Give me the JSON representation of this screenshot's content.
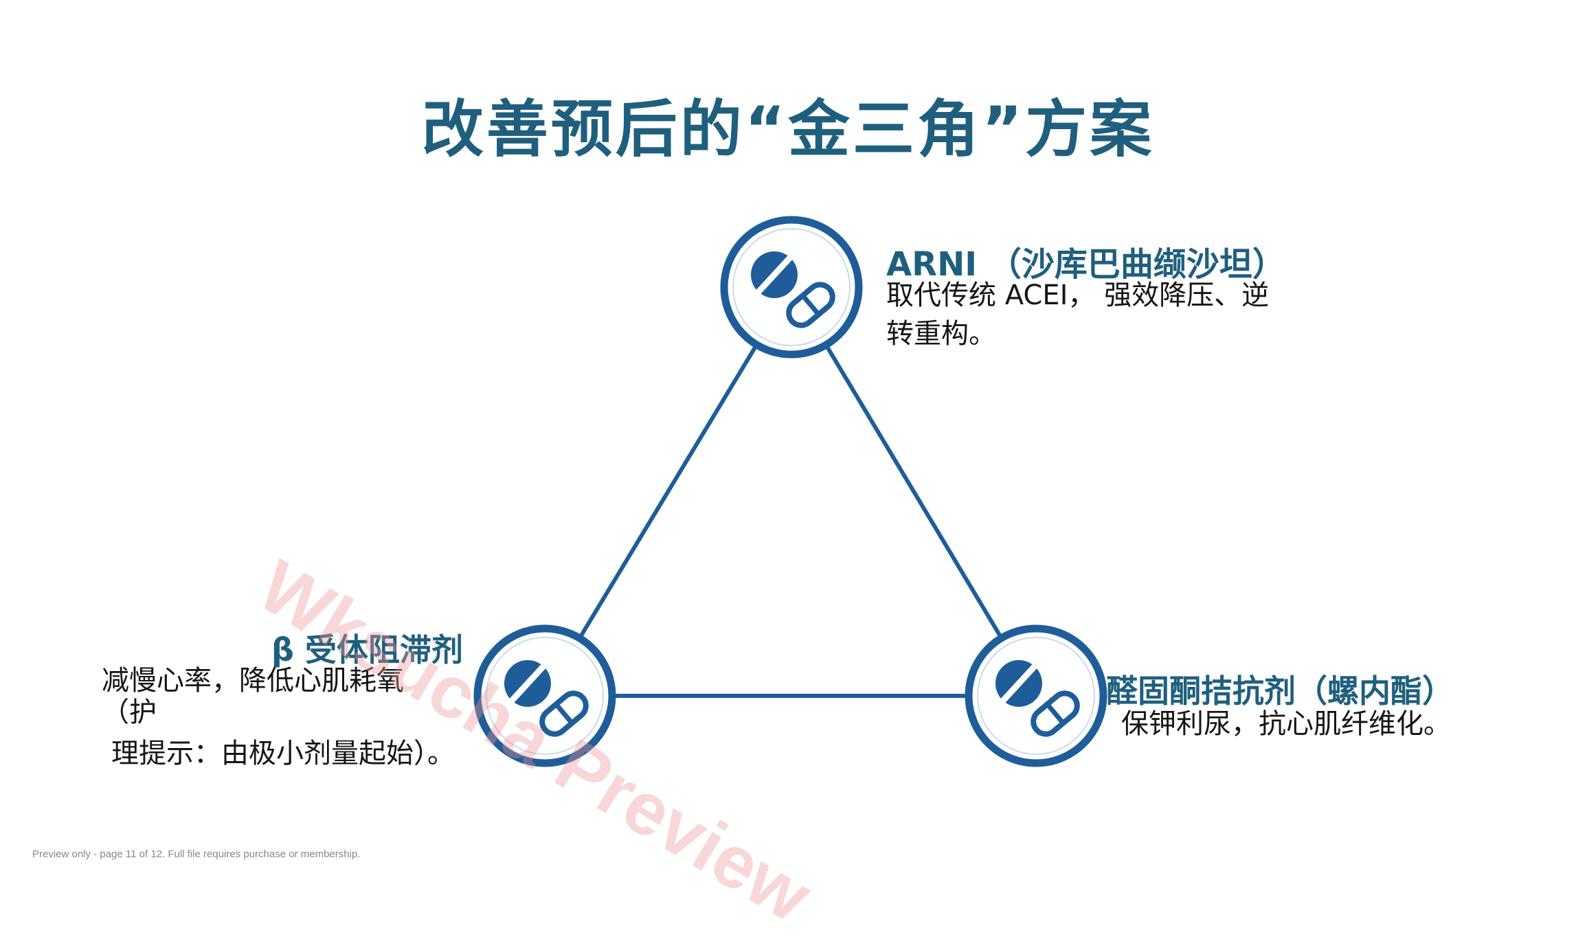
{
  "title": "改善预后的“金三角”方案",
  "nodes": [
    {
      "heading": "ARNI （沙库巴曲缬沙坦）",
      "lines": [
        "取代传统 ACEI， 强效降压、逆",
        "转重构。"
      ]
    },
    {
      "heading": "β 受体阻滞剂",
      "lines": [
        "减慢心率，降低心肌耗氧",
        "（护",
        "理提示：由极小剂量起始）。"
      ]
    },
    {
      "heading": "醛固酮拮抗剂（螺内酯）",
      "lines": [
        "保钾利尿，抗心肌纤维化。"
      ]
    }
  ],
  "icons": [
    "pill-capsule-icon",
    "pill-capsule-icon",
    "pill-capsule-icon"
  ],
  "colors": {
    "title": "#1f5f7e",
    "accent": "#1e5d9a",
    "text": "#151515",
    "watermark": "#e99696"
  },
  "watermark": "Wksucha Preview",
  "footer": "Preview only - page 11 of 12. Full file requires purchase or membership."
}
